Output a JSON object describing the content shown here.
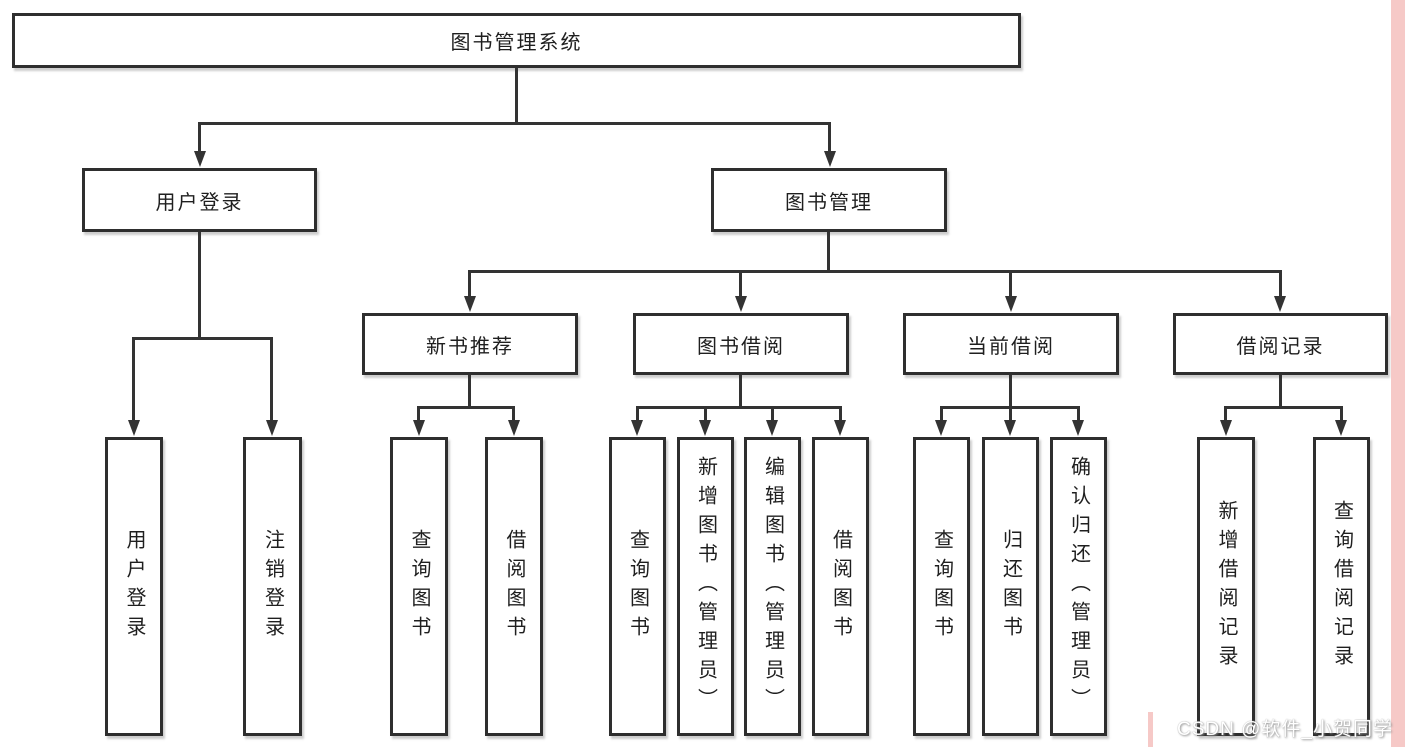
{
  "diagram": {
    "root": {
      "label": "图书管理系统"
    },
    "level2": [
      {
        "id": "user-login",
        "label": "用户登录",
        "parent": "图书管理系统"
      },
      {
        "id": "book-management",
        "label": "图书管理",
        "parent": "图书管理系统"
      }
    ],
    "level3": [
      {
        "id": "new-book-recommend",
        "label": "新书推荐",
        "parent": "图书管理"
      },
      {
        "id": "book-borrow",
        "label": "图书借阅",
        "parent": "图书管理"
      },
      {
        "id": "current-borrow",
        "label": "当前借阅",
        "parent": "图书管理"
      },
      {
        "id": "borrow-records",
        "label": "借阅记录",
        "parent": "图书管理"
      }
    ],
    "leaves": [
      {
        "label": "用户登录",
        "parent": "用户登录"
      },
      {
        "label": "注销登录",
        "parent": "用户登录"
      },
      {
        "label": "查询图书",
        "parent": "新书推荐"
      },
      {
        "label": "借阅图书",
        "parent": "新书推荐"
      },
      {
        "label": "查询图书",
        "parent": "图书借阅"
      },
      {
        "label": "新增图书（管理员）",
        "parent": "图书借阅"
      },
      {
        "label": "编辑图书（管理员）",
        "parent": "图书借阅"
      },
      {
        "label": "借阅图书",
        "parent": "图书借阅"
      },
      {
        "label": "查询图书",
        "parent": "当前借阅"
      },
      {
        "label": "归还图书",
        "parent": "当前借阅"
      },
      {
        "label": "确认归还（管理员）",
        "parent": "当前借阅"
      },
      {
        "label": "新增借阅记录",
        "parent": "借阅记录"
      },
      {
        "label": "查询借阅记录",
        "parent": "借阅记录"
      }
    ]
  },
  "watermark": {
    "text": "CSDN @软件_小贺同学"
  },
  "colors": {
    "line": "#333333",
    "box_border": "#2e2e2e",
    "background": "#ffffff",
    "edge_strip": "#f6c9c7",
    "text": "#1f1f1f",
    "watermark_text": "#ffffff"
  }
}
